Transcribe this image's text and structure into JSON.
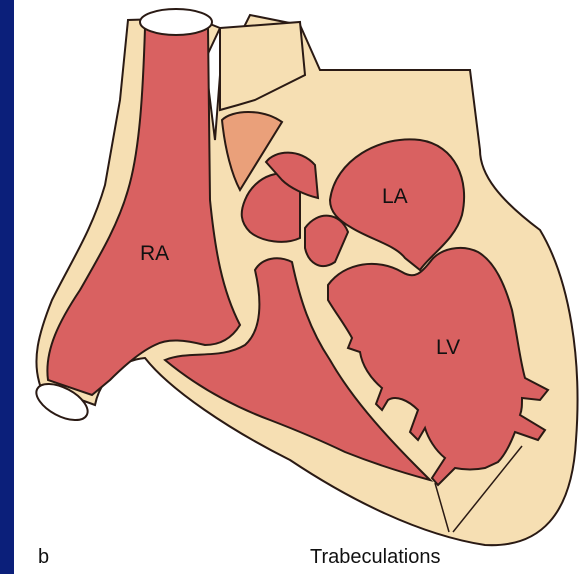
{
  "figure": {
    "panel_label": "b",
    "chamber_labels": {
      "ra": "RA",
      "la": "LA",
      "lv": "LV"
    },
    "annotation": "Trabeculations"
  },
  "colors": {
    "left_bar": "#0b1f7a",
    "wall": "#f6dfb3",
    "blood": "#d96161",
    "outline": "#2a1a14",
    "vessel_cap": "#ffffff",
    "appendage": "#eaa07a"
  }
}
